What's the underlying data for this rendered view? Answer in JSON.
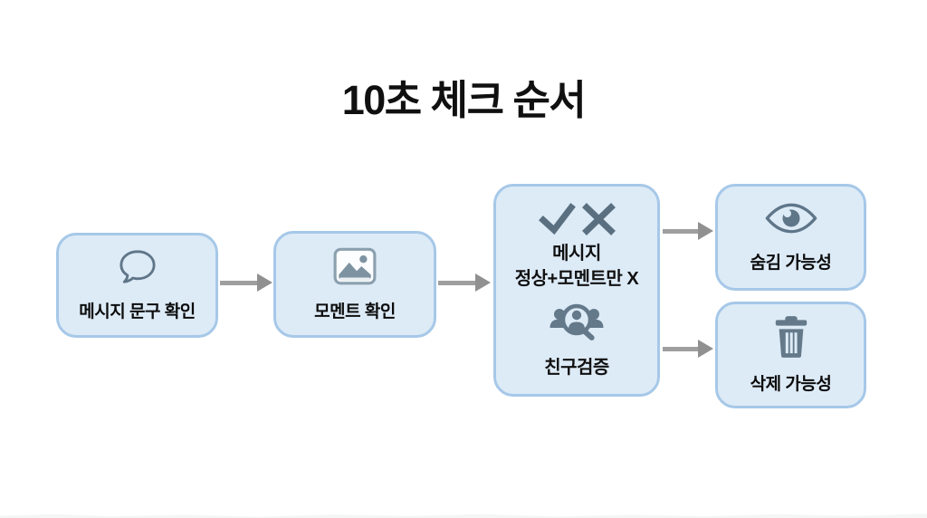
{
  "title": "10초 체크 순서",
  "flow": {
    "step1": {
      "name": "메시지 문구 확인",
      "icon": "speech-bubble"
    },
    "step2": {
      "name": "모멘트 확인",
      "icon": "image"
    },
    "step3": {
      "check1": {
        "line1": "메시지",
        "line2": "정상+모멘트만 X",
        "icon": "check-x"
      },
      "check2": {
        "label": "친구검증",
        "icon": "friend-search"
      }
    },
    "outcome_top": {
      "name": "숨김 가능성",
      "icon": "eye"
    },
    "outcome_bottom": {
      "name": "삭제 가능성",
      "icon": "trash"
    }
  },
  "colors": {
    "background": "#ffffff",
    "node_fill": "#ddebf7",
    "node_border": "#a6c8e8",
    "icon": "#5f7689",
    "arrow": "#9f9f9f",
    "text": "#0c0c0c"
  }
}
